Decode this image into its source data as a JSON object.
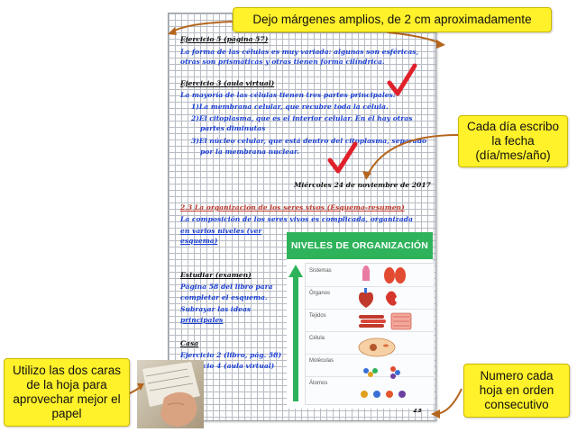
{
  "callouts": {
    "margins": "Dejo márgenes amplios, de 2 cm aproximadamente",
    "date": "Cada día escribo la fecha (día/mes/año)",
    "both_sides": "Utilizo las dos caras de la hoja para aprovechar mejor el papel",
    "numbering": "Numero cada hoja en orden consecutivo"
  },
  "notebook": {
    "ej5_title": "Ejercicio 5 (página 57)",
    "ej5_l1": "La forma de las células es muy variada: algunas son esféricas,",
    "ej5_l2": "otras son prismáticas y otras tienen forma cilíndrica.",
    "ej3_title": "Ejercicio 3 (aula virtual)",
    "ej3_l1": "La mayoría de las células tienen tres partes principales:",
    "ej3_l2": "1)La membrana celular, que recubre toda la célula.",
    "ej3_l3": "2)El citoplasma, que es el interior celular. En él hay otras",
    "ej3_l4": "partes diminutas",
    "ej3_l5": "3)El núcleo celular, que está dentro del citoplasma, separado",
    "ej3_l6": "por la membrana nuclear.",
    "date": "Miércoles 24 de noviembre de 2017",
    "sec_title": "2.3 La organización de los seres vivos (Esquema-resumen)",
    "sec_l1": "La composición de los seres vivos es complicada, organizada",
    "sec_l2": "en varios niveles (ver",
    "sec_l3": "esquema)",
    "study_title": "Estudiar (examen)",
    "study_l1": "Página 58 del libro para",
    "study_l2": "completar el esquema.",
    "study_l3": "Subrayar las ideas",
    "study_l4": "principales",
    "home_title": "Casa",
    "home_l1": "Ejercicio 2 (libro, pág. 58)",
    "home_l2": "Ejercicio 4 (aula virtual)",
    "page_number": "23"
  },
  "infographic": {
    "title": "NIVELES DE ORGANIZACIÓN",
    "levels": [
      "Sistemas",
      "Órganos",
      "Tejidos",
      "Célula",
      "Moléculas",
      "Átomos"
    ]
  },
  "colors": {
    "callout": "#fff12a",
    "ink_blue": "#1a3fd6",
    "ink_red": "#c0392b",
    "check_red": "#e0202a",
    "arrow": "#b5651d",
    "infographic_green": "#2eb35a"
  }
}
